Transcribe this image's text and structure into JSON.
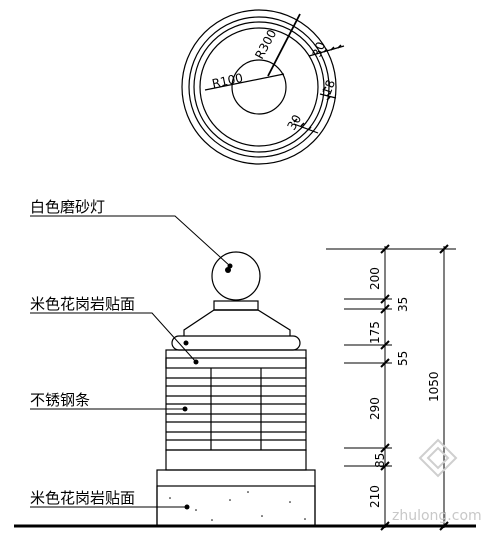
{
  "plan_view": {
    "radius_labels": [
      "R100",
      "R300"
    ],
    "ring_dims": [
      "30",
      "18",
      "30"
    ]
  },
  "callouts": [
    {
      "text": "白色磨砂灯"
    },
    {
      "text": "米色花岗岩贴面"
    },
    {
      "text": "不锈钢条"
    },
    {
      "text": "米色花岗岩贴面"
    }
  ],
  "elevation_dims": [
    "200",
    "35",
    "175",
    "55",
    "290",
    "85",
    "210"
  ],
  "overall_dim": "1050",
  "watermark": "zhulong.com"
}
